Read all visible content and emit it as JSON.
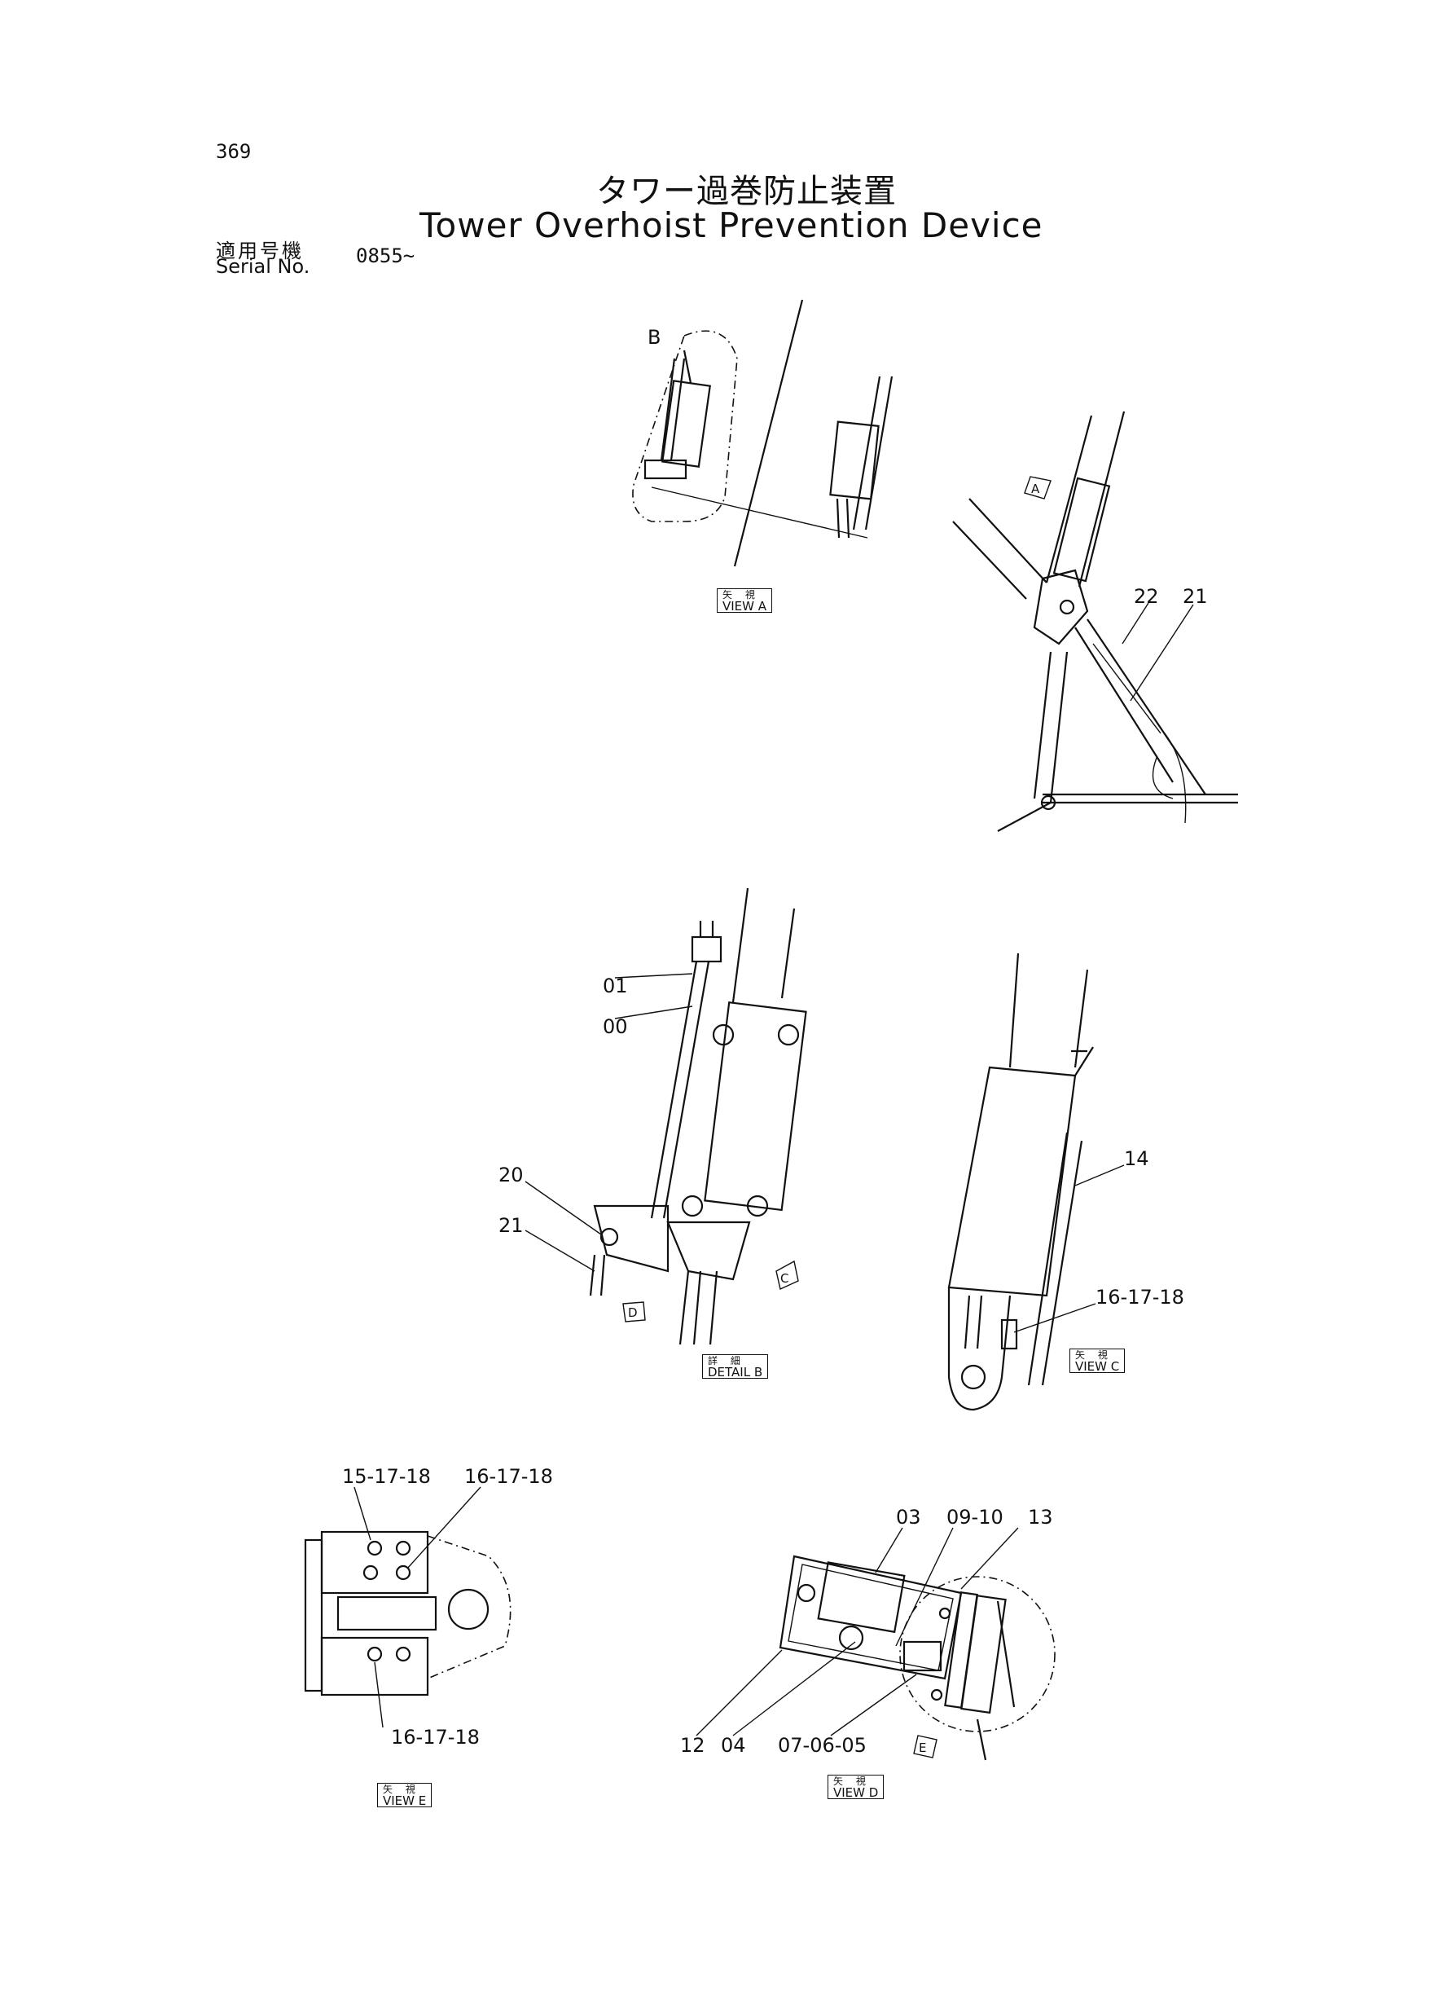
{
  "header": {
    "page_number": "369",
    "title_jp": "タワー過巻防止装置",
    "title_en": "Tower Overhoist Prevention Device",
    "serial_label_jp": "適用号機",
    "serial_label_en": "Serial No.",
    "serial_value": "0855~"
  },
  "views": {
    "view_a": {
      "jp": "矢 視",
      "en": "VIEW A"
    },
    "detail_b": {
      "jp": "詳 細",
      "en": "DETAIL B"
    },
    "view_c": {
      "jp": "矢 視",
      "en": "VIEW C"
    },
    "view_d": {
      "jp": "矢 視",
      "en": "VIEW D"
    },
    "view_e": {
      "jp": "矢 視",
      "en": "VIEW E"
    }
  },
  "markers": {
    "a": "A",
    "b": "B",
    "c": "C",
    "d": "D",
    "e": "E"
  },
  "part_labels": {
    "p22": "22",
    "p21_top": "21",
    "p01": "01",
    "p00": "00",
    "p20": "20",
    "p21_mid": "21",
    "p14": "14",
    "p16_c": "16-17-18",
    "p15_e": "15-17-18",
    "p16_e_top": "16-17-18",
    "p16_e_bot": "16-17-18",
    "p03": "03",
    "p09": "09-10",
    "p13": "13",
    "p12": "12",
    "p04": "04",
    "p07": "07-06-05"
  }
}
